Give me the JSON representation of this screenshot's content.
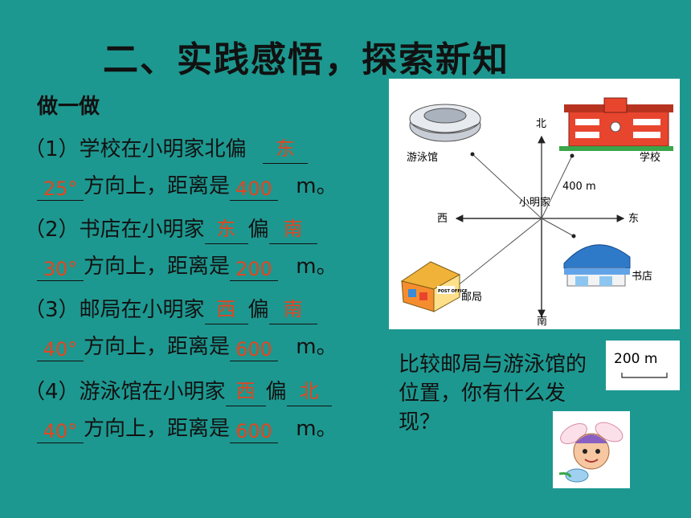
{
  "title": "二、实践感悟，探索新知",
  "subtitle": "做一做",
  "items": [
    {
      "prefix": "（1）学校在小明家北偏",
      "dir1": "东",
      "mid": "",
      "dir2": "",
      "angle": "25°",
      "text2": "方向上，距离是",
      "dist": "400",
      "unit": "m。"
    },
    {
      "prefix": "（2）书店在小明家",
      "dir1": "东",
      "mid": "偏",
      "dir2": "南",
      "angle": "30°",
      "text2": "方向上，距离是",
      "dist": "200",
      "unit": "m。"
    },
    {
      "prefix": "（3）邮局在小明家",
      "dir1": "西",
      "mid": "偏",
      "dir2": "南",
      "angle": "40°",
      "text2": "方向上，距离是",
      "dist": "600",
      "unit": "m。"
    },
    {
      "prefix": "（4）游泳馆在小明家",
      "dir1": "西",
      "mid": "偏",
      "dir2": "北",
      "angle": "40°",
      "text2": "方向上，距离是",
      "dist": "600",
      "unit": "m。"
    }
  ],
  "map": {
    "north": "北",
    "south": "南",
    "east": "东",
    "west": "西",
    "center": "小明家",
    "pool": "游泳馆",
    "school": "学校",
    "bookstore": "书店",
    "post": "邮局",
    "distance_label": "400 m",
    "post_sign": "POST OFFICE"
  },
  "scale_label": "200 m",
  "question": "比较邮局与游泳馆的位置，你有什么发现？"
}
